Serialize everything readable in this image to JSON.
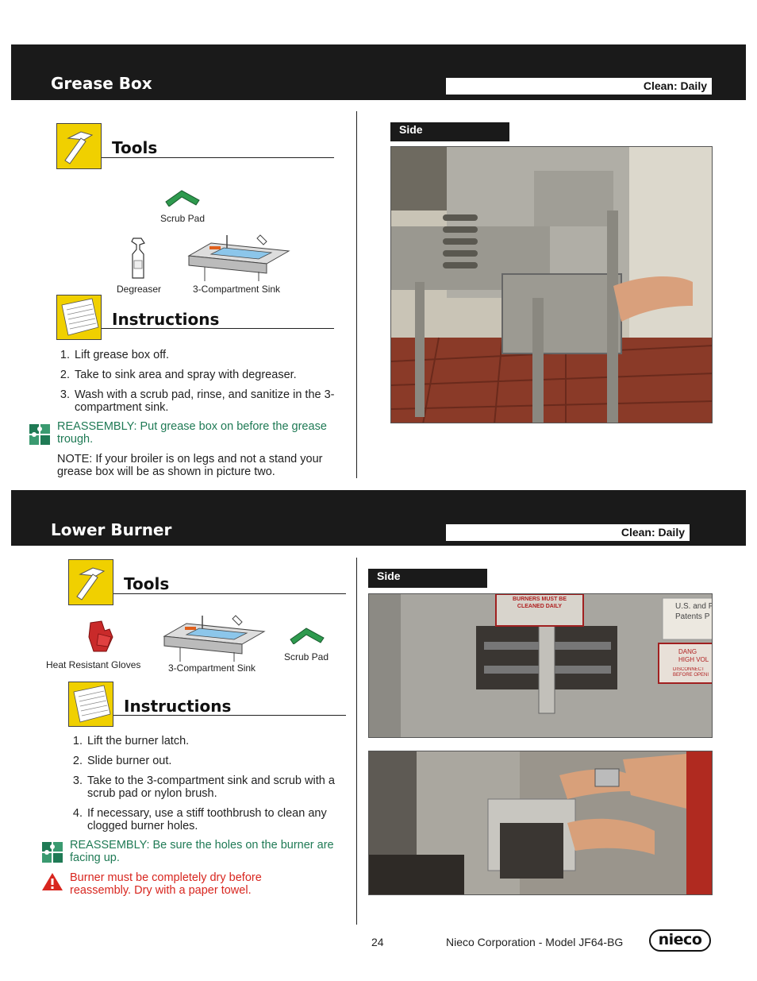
{
  "sections": [
    {
      "title": "Grease Box",
      "clean": "Clean: Daily",
      "tools_heading": "Tools",
      "tools": [
        "Scrub Pad",
        "Degreaser",
        "3-Compartment Sink"
      ],
      "instructions_heading": "Instructions",
      "steps": [
        "Lift grease box off.",
        "Take to sink area and spray with degreaser.",
        "Wash with a scrub pad, rinse, and sanitize in the 3-compartment sink."
      ],
      "reassembly": "REASSEMBLY: Put grease box on before the grease trough.",
      "note": "NOTE: If your broiler is on legs and not a stand your grease box will be as shown in picture two.",
      "side_label": "Side"
    },
    {
      "title": "Lower Burner",
      "clean": "Clean: Daily",
      "tools_heading": "Tools",
      "tools": [
        "Heat Resistant Gloves",
        "3-Compartment Sink",
        "Scrub Pad"
      ],
      "instructions_heading": "Instructions",
      "steps": [
        "Lift the burner latch.",
        "Slide burner out.",
        "Take to the 3-compartment sink and scrub with a scrub pad or nylon brush.",
        "If necessary, use a stiff toothbrush to clean any clogged burner holes."
      ],
      "reassembly": "REASSEMBLY: Be sure the holes on the burner are facing up.",
      "warning": "Burner must be completely dry before reassembly. Dry with a paper towel.",
      "side_label": "Side",
      "photo_signs": [
        "BURNERS MUST BE CLEANED DAILY",
        "U.S. and F Patents P",
        "DANG HIGH VOL",
        "DISCONNECT BEFORE OPENI"
      ]
    }
  ],
  "footer": {
    "page_number": "24",
    "company": "Nieco Corporation - Model JF64-BG",
    "logo": "nieco"
  },
  "colors": {
    "banner": "#1a1a1a",
    "icon_yellow": "#f0d000",
    "reassembly_green": "#1f7a55",
    "warning_red": "#d8261f",
    "scrub_pad_green": "#2e9a4e"
  }
}
